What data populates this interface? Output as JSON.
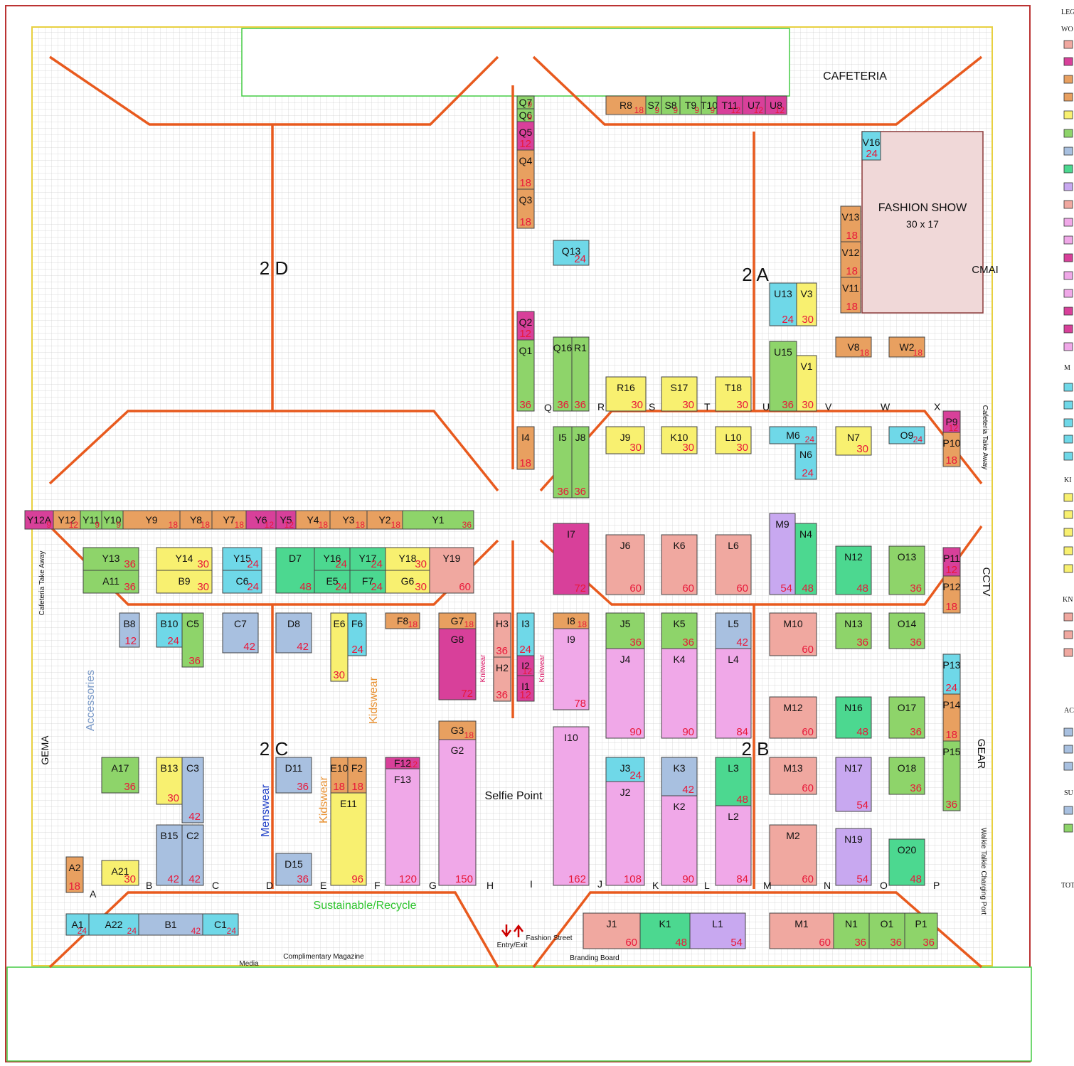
{
  "colors": {
    "grid": "#cfcfcf",
    "aisle": "#e85a1e",
    "wall": "#b33",
    "green": "#8ed46a",
    "cyan": "#6fd8e8",
    "orange": "#e8a060",
    "magenta": "#d8409a",
    "yellow": "#f8f070",
    "pink": "#f0a8e8",
    "salmon": "#f0a8a0",
    "blue": "#a8c0e0",
    "violet": "#c8a8f0",
    "emerald": "#4cd890",
    "teal": "#60d0c0"
  },
  "zones": [
    {
      "id": "2D",
      "text": "2 D"
    },
    {
      "id": "2A",
      "text": "2 A"
    },
    {
      "id": "2C",
      "text": "2 C"
    },
    {
      "id": "2B",
      "text": "2 B"
    }
  ],
  "areas": {
    "cafeteria": "CAFETERIA",
    "fashion_show": "FASHION SHOW",
    "fashion_show_size": "30 x 17",
    "cmai": "CMAI",
    "cctv": "CCTV",
    "gear": "GEAR",
    "gema": "GEMA",
    "cafeteria_takeaway_left": "Cafeteria Take Away",
    "cafeteria_takeaway_right": "Cafeteria Take Away",
    "selfie_point": "Selfie Point",
    "sustainable": "Sustainable/Recycle",
    "entry_exit": "Entry/Exit",
    "fashion_street": "Fashion Street",
    "branding_board": "Branding Board",
    "complimentary_magazine": "Complimentary Magazine",
    "media": "Media",
    "accessories": "Accessories",
    "menswear": "Menswear",
    "kidswear_left": "Kidswear",
    "kidswear_right": "Kidswear",
    "knitwear_left": "Knitwear",
    "knitwear_right": "Knitwear",
    "walkie_talkie": "Walkie Talkie Charging Port"
  },
  "row_letters": [
    "A",
    "B",
    "C",
    "D",
    "E",
    "F",
    "G",
    "H",
    "I",
    "J",
    "K",
    "L",
    "M",
    "N",
    "O",
    "P",
    "Q",
    "R",
    "S",
    "T",
    "U",
    "V",
    "W",
    "X"
  ],
  "legend": {
    "title": "LEG",
    "sections": [
      "WO",
      "M",
      "KI",
      "KN",
      "AC",
      "SU",
      "TOT"
    ]
  },
  "stalls": [
    {
      "id": "Y12A",
      "size": "9",
      "c": "magenta"
    },
    {
      "id": "Y12",
      "size": "12",
      "c": "orange"
    },
    {
      "id": "Y11",
      "size": "9",
      "c": "green"
    },
    {
      "id": "Y10",
      "size": "9",
      "c": "green"
    },
    {
      "id": "Y9",
      "size": "18",
      "c": "orange"
    },
    {
      "id": "Y8",
      "size": "18",
      "c": "orange"
    },
    {
      "id": "Y7",
      "size": "18",
      "c": "orange"
    },
    {
      "id": "Y6",
      "size": "12",
      "c": "magenta"
    },
    {
      "id": "Y5",
      "size": "12",
      "c": "magenta"
    },
    {
      "id": "Y4",
      "size": "18",
      "c": "orange"
    },
    {
      "id": "Y3",
      "size": "18",
      "c": "orange"
    },
    {
      "id": "Y2",
      "size": "18",
      "c": "orange"
    },
    {
      "id": "Y1",
      "size": "36",
      "c": "green"
    },
    {
      "id": "Y13",
      "size": "36",
      "c": "green"
    },
    {
      "id": "A11",
      "size": "36",
      "c": "green"
    },
    {
      "id": "Y14",
      "size": "30",
      "c": "yellow"
    },
    {
      "id": "B9",
      "size": "30",
      "c": "yellow"
    },
    {
      "id": "Y15",
      "size": "24",
      "c": "cyan"
    },
    {
      "id": "C6",
      "size": "24",
      "c": "cyan"
    },
    {
      "id": "D7",
      "size": "48",
      "c": "emerald"
    },
    {
      "id": "Y16",
      "size": "24",
      "c": "emerald"
    },
    {
      "id": "E5",
      "size": "24",
      "c": "emerald"
    },
    {
      "id": "Y17",
      "size": "24",
      "c": "emerald"
    },
    {
      "id": "F7",
      "size": "24",
      "c": "emerald"
    },
    {
      "id": "Y18",
      "size": "30",
      "c": "yellow"
    },
    {
      "id": "G6",
      "size": "30",
      "c": "yellow"
    },
    {
      "id": "Y19",
      "size": "60",
      "c": "salmon"
    },
    {
      "id": "Q7",
      "size": "9",
      "c": "green"
    },
    {
      "id": "Q6",
      "size": "9",
      "c": "green"
    },
    {
      "id": "Q5",
      "size": "12",
      "c": "magenta"
    },
    {
      "id": "Q4",
      "size": "18",
      "c": "orange"
    },
    {
      "id": "Q3",
      "size": "18",
      "c": "orange"
    },
    {
      "id": "Q13",
      "size": "24",
      "c": "cyan"
    },
    {
      "id": "Q2",
      "size": "12",
      "c": "magenta"
    },
    {
      "id": "Q1",
      "size": "36",
      "c": "green"
    },
    {
      "id": "Q16",
      "size": "36",
      "c": "green"
    },
    {
      "id": "R1",
      "size": "36",
      "c": "green"
    },
    {
      "id": "R8",
      "size": "18",
      "c": "orange"
    },
    {
      "id": "S7",
      "size": "9",
      "c": "green"
    },
    {
      "id": "S8",
      "size": "9",
      "c": "green"
    },
    {
      "id": "T9",
      "size": "9",
      "c": "green"
    },
    {
      "id": "T10",
      "size": "9",
      "c": "green"
    },
    {
      "id": "T11",
      "size": "12",
      "c": "magenta"
    },
    {
      "id": "U7",
      "size": "12",
      "c": "magenta"
    },
    {
      "id": "U8",
      "size": "12",
      "c": "magenta"
    },
    {
      "id": "R16",
      "size": "30",
      "c": "yellow"
    },
    {
      "id": "S17",
      "size": "30",
      "c": "yellow"
    },
    {
      "id": "T18",
      "size": "30",
      "c": "yellow"
    },
    {
      "id": "U15",
      "size": "36",
      "c": "green"
    },
    {
      "id": "V1",
      "size": "30",
      "c": "yellow"
    },
    {
      "id": "I4",
      "size": "18",
      "c": "orange"
    },
    {
      "id": "I5",
      "size": "36",
      "c": "green"
    },
    {
      "id": "J8",
      "size": "36",
      "c": "green"
    },
    {
      "id": "I7",
      "size": "72",
      "c": "magenta"
    },
    {
      "id": "J6",
      "size": "60",
      "c": "salmon"
    },
    {
      "id": "K6",
      "size": "60",
      "c": "salmon"
    },
    {
      "id": "L6",
      "size": "60",
      "c": "salmon"
    },
    {
      "id": "M9",
      "size": "54",
      "c": "violet"
    },
    {
      "id": "N4",
      "size": "48",
      "c": "emerald"
    },
    {
      "id": "N12",
      "size": "48",
      "c": "emerald"
    },
    {
      "id": "O13",
      "size": "36",
      "c": "green"
    },
    {
      "id": "P11",
      "size": "12",
      "c": "magenta"
    },
    {
      "id": "P12",
      "size": "18",
      "c": "orange"
    },
    {
      "id": "B8",
      "size": "12",
      "c": "blue"
    },
    {
      "id": "B10",
      "size": "24",
      "c": "cyan"
    },
    {
      "id": "C5",
      "size": "36",
      "c": "green"
    },
    {
      "id": "C7",
      "size": "42",
      "c": "blue"
    },
    {
      "id": "D8",
      "size": "42",
      "c": "blue"
    },
    {
      "id": "E6",
      "size": "30",
      "c": "yellow"
    },
    {
      "id": "F6",
      "size": "24",
      "c": "cyan"
    },
    {
      "id": "F8",
      "size": "18",
      "c": "orange"
    },
    {
      "id": "G7",
      "size": "18",
      "c": "orange"
    },
    {
      "id": "G8",
      "size": "72",
      "c": "magenta"
    },
    {
      "id": "H3",
      "size": "36",
      "c": "salmon"
    },
    {
      "id": "H2",
      "size": "36",
      "c": "salmon"
    },
    {
      "id": "I3",
      "size": "24",
      "c": "cyan"
    },
    {
      "id": "I2",
      "size": "12",
      "c": "magenta"
    },
    {
      "id": "I1",
      "size": "12",
      "c": "magenta"
    },
    {
      "id": "I8",
      "size": "18",
      "c": "orange"
    },
    {
      "id": "I9",
      "size": "78",
      "c": "pink"
    },
    {
      "id": "J5",
      "size": "36",
      "c": "green"
    },
    {
      "id": "K5",
      "size": "36",
      "c": "green"
    },
    {
      "id": "L5",
      "size": "42",
      "c": "blue"
    },
    {
      "id": "J4",
      "size": "90",
      "c": "pink"
    },
    {
      "id": "K4",
      "size": "90",
      "c": "pink"
    },
    {
      "id": "L4",
      "size": "84",
      "c": "pink"
    },
    {
      "id": "M10",
      "size": "60",
      "c": "salmon"
    },
    {
      "id": "M12",
      "size": "60",
      "c": "salmon"
    },
    {
      "id": "N13",
      "size": "36",
      "c": "green"
    },
    {
      "id": "N16",
      "size": "48",
      "c": "emerald"
    },
    {
      "id": "O14",
      "size": "36",
      "c": "green"
    },
    {
      "id": "O17",
      "size": "36",
      "c": "green"
    },
    {
      "id": "P13",
      "size": "24",
      "c": "cyan"
    },
    {
      "id": "P14",
      "size": "18",
      "c": "orange"
    },
    {
      "id": "P15",
      "size": "36",
      "c": "green"
    },
    {
      "id": "A17",
      "size": "36",
      "c": "green"
    },
    {
      "id": "B13",
      "size": "30",
      "c": "yellow"
    },
    {
      "id": "C3",
      "size": "42",
      "c": "blue"
    },
    {
      "id": "D11",
      "size": "36",
      "c": "blue"
    },
    {
      "id": "E10",
      "size": "18",
      "c": "orange"
    },
    {
      "id": "F2",
      "size": "18",
      "c": "orange"
    },
    {
      "id": "E11",
      "size": "96",
      "c": "yellow"
    },
    {
      "id": "F12",
      "size": "12",
      "c": "magenta"
    },
    {
      "id": "F13",
      "size": "120",
      "c": "pink"
    },
    {
      "id": "G3",
      "size": "18",
      "c": "orange"
    },
    {
      "id": "G2",
      "size": "150",
      "c": "pink"
    },
    {
      "id": "I10",
      "size": "162",
      "c": "pink"
    },
    {
      "id": "J3",
      "size": "24",
      "c": "cyan"
    },
    {
      "id": "K3",
      "size": "42",
      "c": "blue"
    },
    {
      "id": "L3",
      "size": "48",
      "c": "emerald"
    },
    {
      "id": "J2",
      "size": "108",
      "c": "pink"
    },
    {
      "id": "K2",
      "size": "90",
      "c": "pink"
    },
    {
      "id": "L2",
      "size": "84",
      "c": "pink"
    },
    {
      "id": "M13",
      "size": "60",
      "c": "salmon"
    },
    {
      "id": "M2",
      "size": "60",
      "c": "salmon"
    },
    {
      "id": "N17",
      "size": "54",
      "c": "violet"
    },
    {
      "id": "N19",
      "size": "54",
      "c": "violet"
    },
    {
      "id": "O18",
      "size": "36",
      "c": "green"
    },
    {
      "id": "O20",
      "size": "48",
      "c": "emerald"
    },
    {
      "id": "A21",
      "size": "30",
      "c": "yellow"
    },
    {
      "id": "B15",
      "size": "42",
      "c": "blue"
    },
    {
      "id": "C2",
      "size": "42",
      "c": "blue"
    },
    {
      "id": "D15",
      "size": "36",
      "c": "blue"
    },
    {
      "id": "A2",
      "size": "18",
      "c": "orange"
    },
    {
      "id": "A1",
      "size": "24",
      "c": "cyan"
    },
    {
      "id": "A22",
      "size": "24",
      "c": "cyan"
    },
    {
      "id": "B1",
      "size": "42",
      "c": "blue"
    },
    {
      "id": "C1",
      "size": "24",
      "c": "cyan"
    },
    {
      "id": "J1",
      "size": "60",
      "c": "salmon"
    },
    {
      "id": "K1",
      "size": "48",
      "c": "emerald"
    },
    {
      "id": "L1",
      "size": "54",
      "c": "violet"
    },
    {
      "id": "M1",
      "size": "60",
      "c": "salmon"
    },
    {
      "id": "N1",
      "size": "36",
      "c": "green"
    },
    {
      "id": "O1",
      "size": "36",
      "c": "green"
    },
    {
      "id": "P1",
      "size": "36",
      "c": "green"
    },
    {
      "id": "V16",
      "size": "24",
      "c": "cyan"
    },
    {
      "id": "V13",
      "size": "18",
      "c": "orange"
    },
    {
      "id": "V12",
      "size": "18",
      "c": "orange"
    },
    {
      "id": "V11",
      "size": "18",
      "c": "orange"
    },
    {
      "id": "V8",
      "size": "18",
      "c": "orange"
    },
    {
      "id": "W2",
      "size": "18",
      "c": "orange"
    },
    {
      "id": "U13",
      "size": "24",
      "c": "cyan"
    },
    {
      "id": "V3",
      "size": "30",
      "c": "yellow"
    },
    {
      "id": "M6",
      "size": "24",
      "c": "cyan"
    },
    {
      "id": "N6",
      "size": "24",
      "c": "cyan"
    },
    {
      "id": "N7",
      "size": "30",
      "c": "yellow"
    },
    {
      "id": "O9",
      "size": "24",
      "c": "cyan"
    },
    {
      "id": "J9",
      "size": "30",
      "c": "yellow"
    },
    {
      "id": "K10",
      "size": "30",
      "c": "yellow"
    },
    {
      "id": "L10",
      "size": "30",
      "c": "yellow"
    },
    {
      "id": "P10",
      "size": "18",
      "c": "orange"
    },
    {
      "id": "P9",
      "size": "12",
      "c": "magenta"
    }
  ]
}
